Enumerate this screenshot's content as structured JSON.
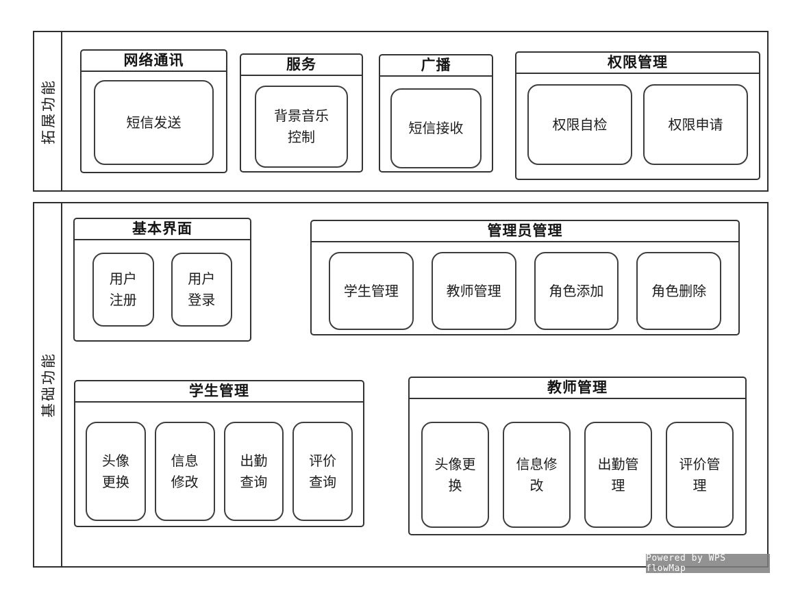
{
  "colors": {
    "background": "#ffffff",
    "line": "#333333",
    "text": "#1c1c1c",
    "watermark_bg": "#7f7f7f",
    "watermark_text": "#ffffff"
  },
  "bands": [
    {
      "label": "拓展功能",
      "groups": [
        {
          "title": "网络通讯",
          "nodes": [
            {
              "label": "短信发送"
            }
          ]
        },
        {
          "title": "服务",
          "nodes": [
            {
              "label": "背景音乐\n控制"
            }
          ]
        },
        {
          "title": "广播",
          "nodes": [
            {
              "label": "短信接收"
            }
          ]
        },
        {
          "title": "权限管理",
          "nodes": [
            {
              "label": "权限自检"
            },
            {
              "label": "权限申请"
            }
          ]
        }
      ]
    },
    {
      "label": "基础功能",
      "groups": [
        {
          "title": "基本界面",
          "nodes": [
            {
              "label": "用户\n注册"
            },
            {
              "label": "用户\n登录"
            }
          ]
        },
        {
          "title": "管理员管理",
          "nodes": [
            {
              "label": "学生管理"
            },
            {
              "label": "教师管理"
            },
            {
              "label": "角色添加"
            },
            {
              "label": "角色删除"
            }
          ]
        },
        {
          "title": "学生管理",
          "nodes": [
            {
              "label": "头像\n更换"
            },
            {
              "label": "信息\n修改"
            },
            {
              "label": "出勤\n查询"
            },
            {
              "label": "评价\n查询"
            }
          ]
        },
        {
          "title": "教师管理",
          "nodes": [
            {
              "label": "头像更\n换"
            },
            {
              "label": "信息修\n改"
            },
            {
              "label": "出勤管\n理"
            },
            {
              "label": "评价管\n理"
            }
          ]
        }
      ]
    }
  ],
  "watermark": {
    "text": "Powered by WPS flowMap"
  }
}
